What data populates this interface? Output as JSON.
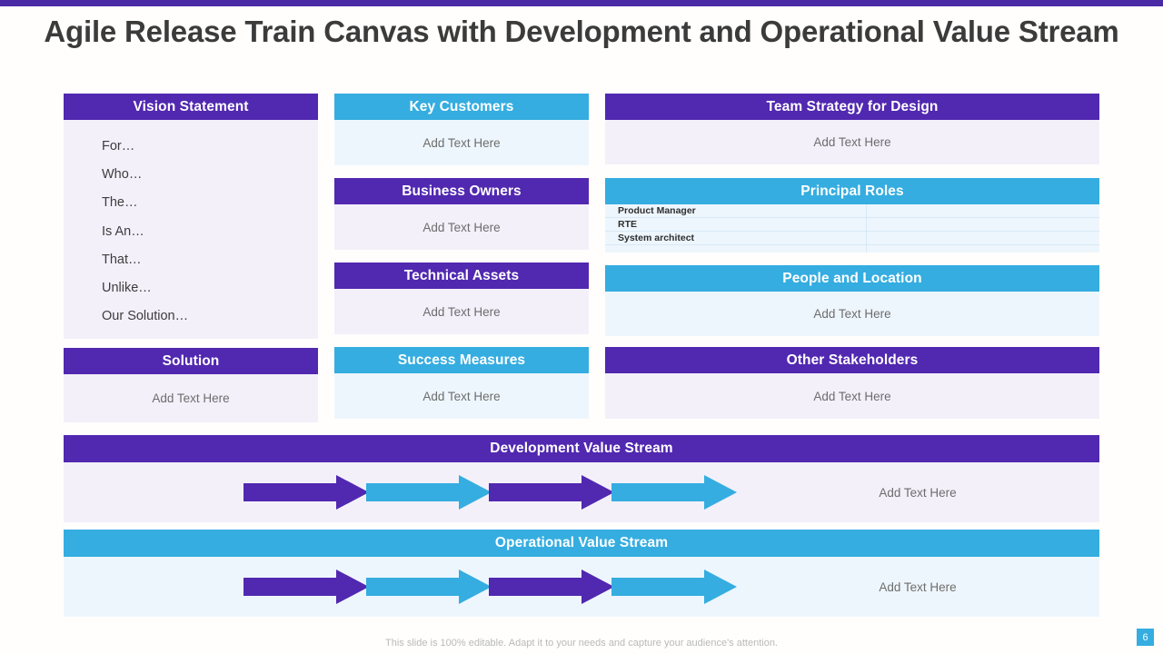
{
  "theme": {
    "purple": "#5128b0",
    "blue": "#35ade0",
    "body_purple": "#f3f0fa",
    "body_blue": "#eef6fd",
    "top_bar": "#4b2aa6",
    "title_color": "#3b3b3b"
  },
  "header": {
    "title": "Agile Release Train Canvas with Development and Operational Value Stream"
  },
  "placeholder": "Add Text Here",
  "canvas": {
    "vision": {
      "title": "Vision Statement",
      "lines": [
        "For…",
        "Who…",
        "The…",
        "Is An…",
        "That…",
        "Unlike…",
        "Our Solution…"
      ]
    },
    "solution": {
      "title": "Solution",
      "body": "Add Text Here"
    },
    "key_customers": {
      "title": "Key Customers",
      "body": "Add Text Here"
    },
    "business_owners": {
      "title": "Business Owners",
      "body": "Add Text Here"
    },
    "technical_assets": {
      "title": "Technical Assets",
      "body": "Add Text Here"
    },
    "success_measures": {
      "title": "Success Measures",
      "body": "Add Text Here"
    },
    "team_strategy": {
      "title": "Team Strategy for Design",
      "body": "Add Text Here"
    },
    "principal_roles": {
      "title": "Principal Roles",
      "rows": [
        {
          "role": "Product Manager",
          "value": ""
        },
        {
          "role": "RTE",
          "value": ""
        },
        {
          "role": "System architect",
          "value": ""
        }
      ]
    },
    "people_location": {
      "title": "People and Location",
      "body": "Add Text Here"
    },
    "other_stakeholders": {
      "title": "Other Stakeholders",
      "body": "Add Text Here"
    }
  },
  "streams": [
    {
      "title": "Development Value Stream",
      "header_color": "#5128b0",
      "body_color": "#f3f0fa",
      "note": "Add Text Here",
      "arrows": [
        "#5128b0",
        "#35ade0",
        "#5128b0",
        "#35ade0"
      ]
    },
    {
      "title": "Operational Value Stream",
      "header_color": "#35ade0",
      "body_color": "#eef6fd",
      "note": "Add Text Here",
      "arrows": [
        "#5128b0",
        "#35ade0",
        "#5128b0",
        "#35ade0"
      ]
    }
  ],
  "footer": {
    "note": "This slide is 100% editable. Adapt it to your needs and capture your audience's attention.",
    "page_number": "6"
  }
}
